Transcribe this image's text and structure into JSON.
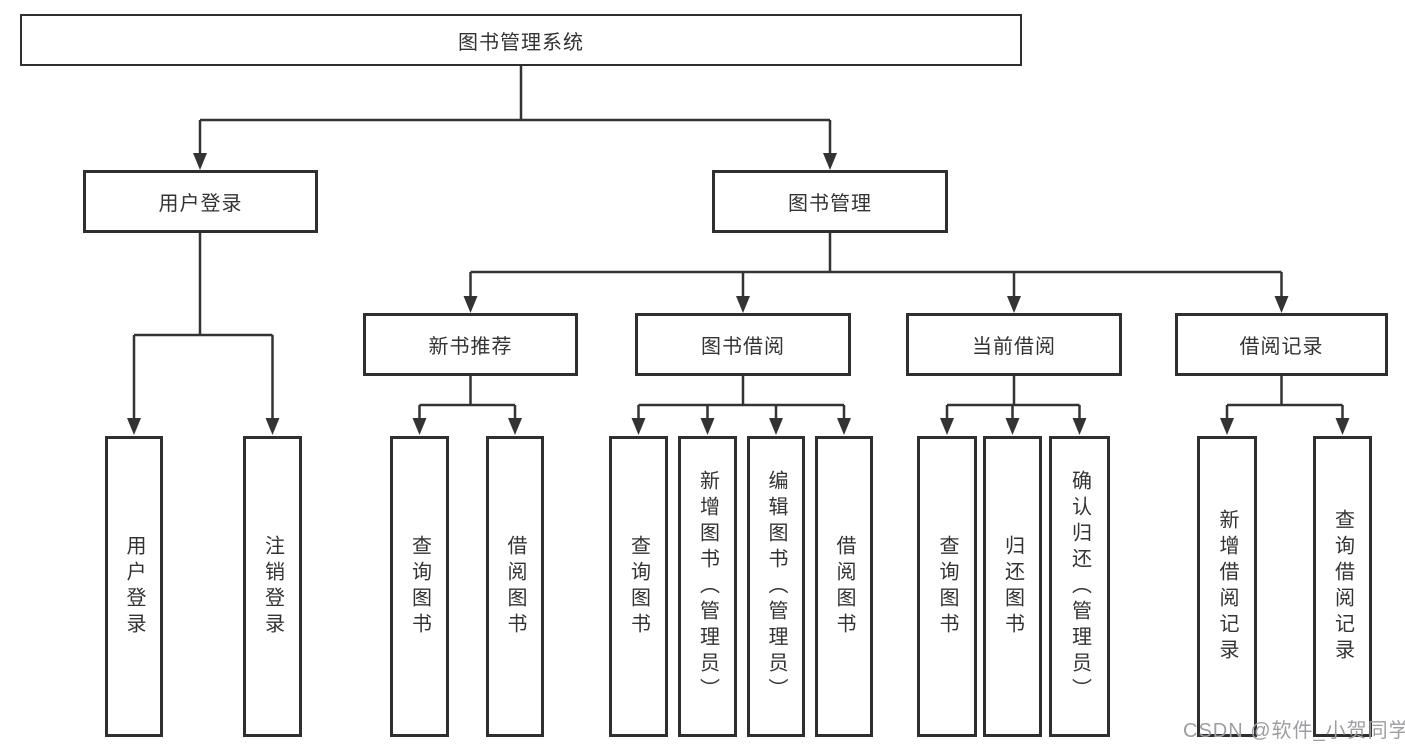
{
  "tree": {
    "label": "图书管理系统",
    "children": [
      {
        "label": "用户登录",
        "children": [
          {
            "label": "用户登录"
          },
          {
            "label": "注销登录"
          }
        ]
      },
      {
        "label": "图书管理",
        "children": [
          {
            "label": "新书推荐",
            "children": [
              {
                "label": "查询图书"
              },
              {
                "label": "借阅图书"
              }
            ]
          },
          {
            "label": "图书借阅",
            "children": [
              {
                "label": "查询图书"
              },
              {
                "label": "新增图书（管理员）"
              },
              {
                "label": "编辑图书（管理员）"
              },
              {
                "label": "借阅图书"
              }
            ]
          },
          {
            "label": "当前借阅",
            "children": [
              {
                "label": "查询图书"
              },
              {
                "label": "归还图书"
              },
              {
                "label": "确认归还（管理员）"
              }
            ]
          },
          {
            "label": "借阅记录",
            "children": [
              {
                "label": "新增借阅记录"
              },
              {
                "label": "查询借阅记录"
              }
            ]
          }
        ]
      }
    ]
  },
  "watermark": "CSDN @软件_小贺同学",
  "colors": {
    "line": "#333333",
    "box_border": "#2f2f2f",
    "text": "#333333",
    "watermark": "#9e9ea2",
    "background": "#ffffff"
  }
}
